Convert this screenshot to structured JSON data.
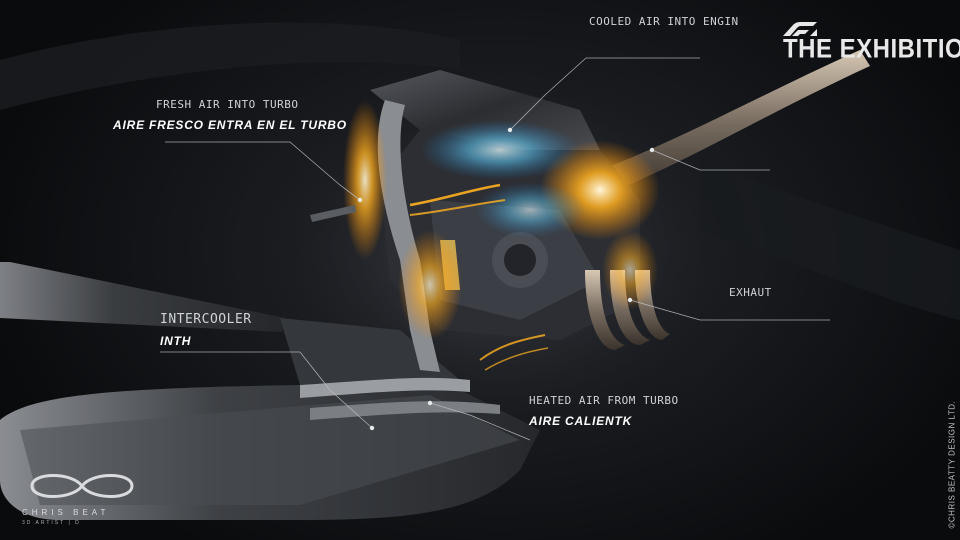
{
  "brand": {
    "title": "THE EXHIBITION"
  },
  "labels": {
    "cooled_air": "COOLED AIR INTO ENGIN",
    "fresh_air_en": "FRESH AIR INTO TURBO",
    "fresh_air_es": "AIRE FRESCO ENTRA EN EL TURBO",
    "intercooler_en": "INTERCOOLER",
    "intercooler_es": "INTH",
    "exhaust": "EXHAUT",
    "heated_air_en": "HEATED AIR FROM TURBO",
    "heated_air_es": "AIRE CALIENTK"
  },
  "credits": {
    "copyright": "©CHRIS BEATTY DESIGN LTD.",
    "artist_name": "CHRIS BEAT",
    "artist_sub": "3D ARTIST | D"
  },
  "colors": {
    "background": "#0c0d10",
    "glow_orange": "#ffb020",
    "glow_blue": "#5fd0ff",
    "text": "#ffffff"
  }
}
